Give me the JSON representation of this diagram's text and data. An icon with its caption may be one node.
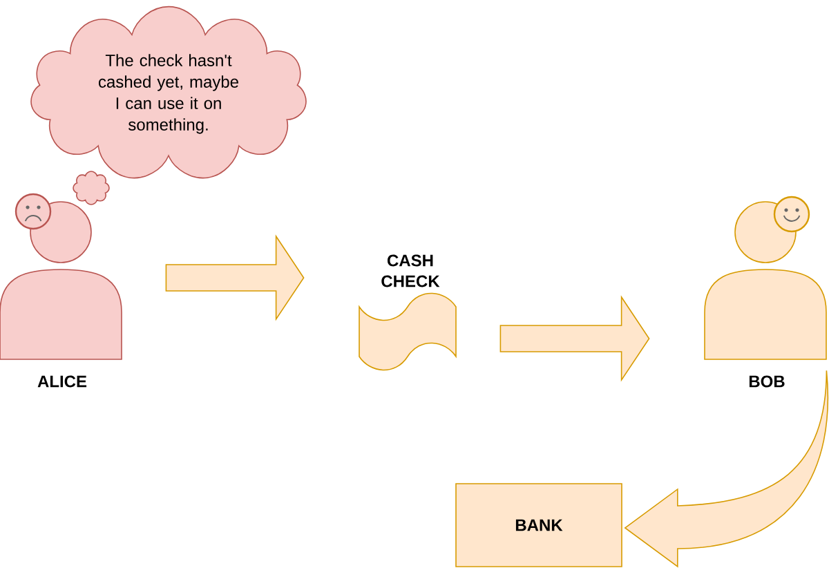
{
  "diagram": {
    "nodes": [
      {
        "text": [
          "The check hasn't cashed yet, maybe I can use it on something."
        ]
      },
      {
        "text": [
          "ALICE"
        ]
      },
      {
        "text": [
          "CASH CHECK"
        ]
      },
      {
        "text": [
          "BOB"
        ]
      },
      {
        "text": [
          "BANK"
        ]
      }
    ],
    "edges": [
      {
        "from": 1,
        "to": 2,
        "arrow": "to"
      },
      {
        "from": 2,
        "to": 3,
        "arrow": "to"
      },
      {
        "from": 3,
        "to": 4,
        "arrow": "to"
      }
    ]
  }
}
